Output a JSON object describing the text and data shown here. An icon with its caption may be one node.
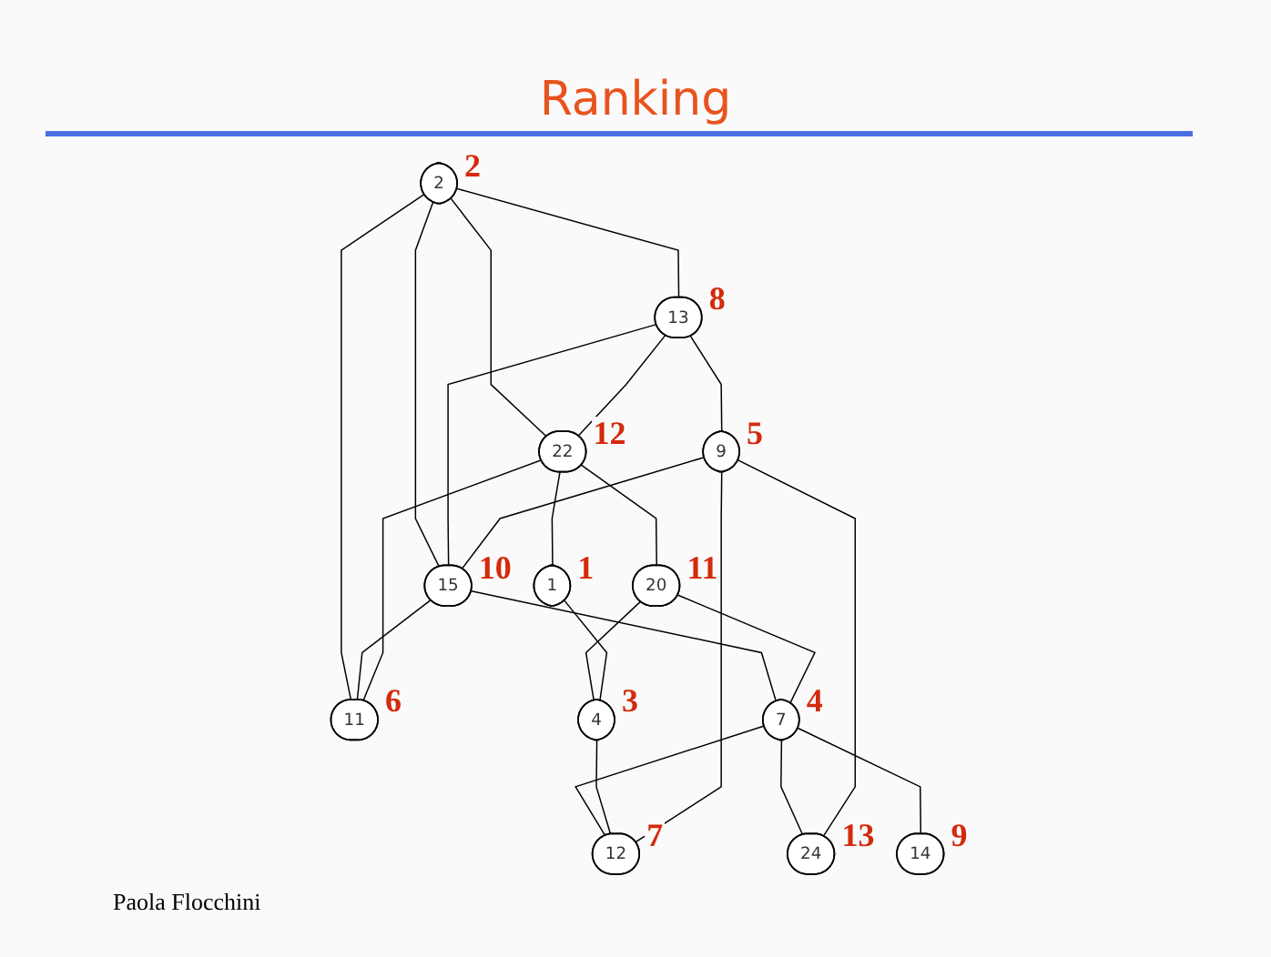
{
  "diagram": {
    "title": "Ranking",
    "nodes": [
      {
        "text": [
          "2"
        ],
        "beside": [
          "2"
        ]
      },
      {
        "text": [
          "13"
        ],
        "beside": [
          "8"
        ]
      },
      {
        "text": [
          "22"
        ],
        "beside": [
          "12"
        ]
      },
      {
        "text": [
          "9"
        ],
        "beside": [
          "5"
        ]
      },
      {
        "text": [
          "15"
        ],
        "beside": [
          "10"
        ]
      },
      {
        "text": [
          "11"
        ],
        "beside": [
          "6"
        ]
      },
      {
        "text": [
          "20"
        ],
        "beside": [
          "11"
        ]
      },
      {
        "text": [
          "1"
        ],
        "beside": [
          "1"
        ]
      },
      {
        "text": [
          "7"
        ],
        "beside": [
          "4"
        ]
      },
      {
        "text": [
          "4"
        ],
        "beside": [
          "3"
        ]
      },
      {
        "text": [
          "12"
        ],
        "beside": [
          "7"
        ]
      },
      {
        "text": [
          "24"
        ],
        "beside": [
          "13"
        ]
      },
      {
        "text": [
          "14"
        ],
        "beside": [
          "9"
        ]
      }
    ],
    "edges": [
      {
        "from": 0,
        "to": 1,
        "arrow": "none"
      },
      {
        "from": 0,
        "to": 4,
        "arrow": "none"
      },
      {
        "from": 0,
        "to": 5,
        "arrow": "none"
      },
      {
        "from": 0,
        "to": 2,
        "arrow": "none"
      },
      {
        "from": 1,
        "to": 2,
        "arrow": "none"
      },
      {
        "from": 1,
        "to": 3,
        "arrow": "none"
      },
      {
        "from": 1,
        "to": 4,
        "arrow": "none"
      },
      {
        "from": 3,
        "to": 4,
        "arrow": "none"
      },
      {
        "from": 4,
        "to": 5,
        "arrow": "none"
      },
      {
        "from": 4,
        "to": 8,
        "arrow": "none"
      },
      {
        "from": 2,
        "to": 5,
        "arrow": "none"
      },
      {
        "from": 2,
        "to": 6,
        "arrow": "none"
      },
      {
        "from": 2,
        "to": 7,
        "arrow": "none"
      },
      {
        "from": 6,
        "to": 8,
        "arrow": "none"
      },
      {
        "from": 6,
        "to": 9,
        "arrow": "none"
      },
      {
        "from": 7,
        "to": 9,
        "arrow": "none"
      },
      {
        "from": 8,
        "to": 10,
        "arrow": "none"
      },
      {
        "from": 8,
        "to": 11,
        "arrow": "none"
      },
      {
        "from": 8,
        "to": 12,
        "arrow": "none"
      },
      {
        "from": 9,
        "to": 10,
        "arrow": "none"
      },
      {
        "from": 3,
        "to": 10,
        "arrow": "none"
      },
      {
        "from": 3,
        "to": 11,
        "arrow": "none"
      }
    ],
    "labels": [
      "Paola Flocchini"
    ]
  }
}
